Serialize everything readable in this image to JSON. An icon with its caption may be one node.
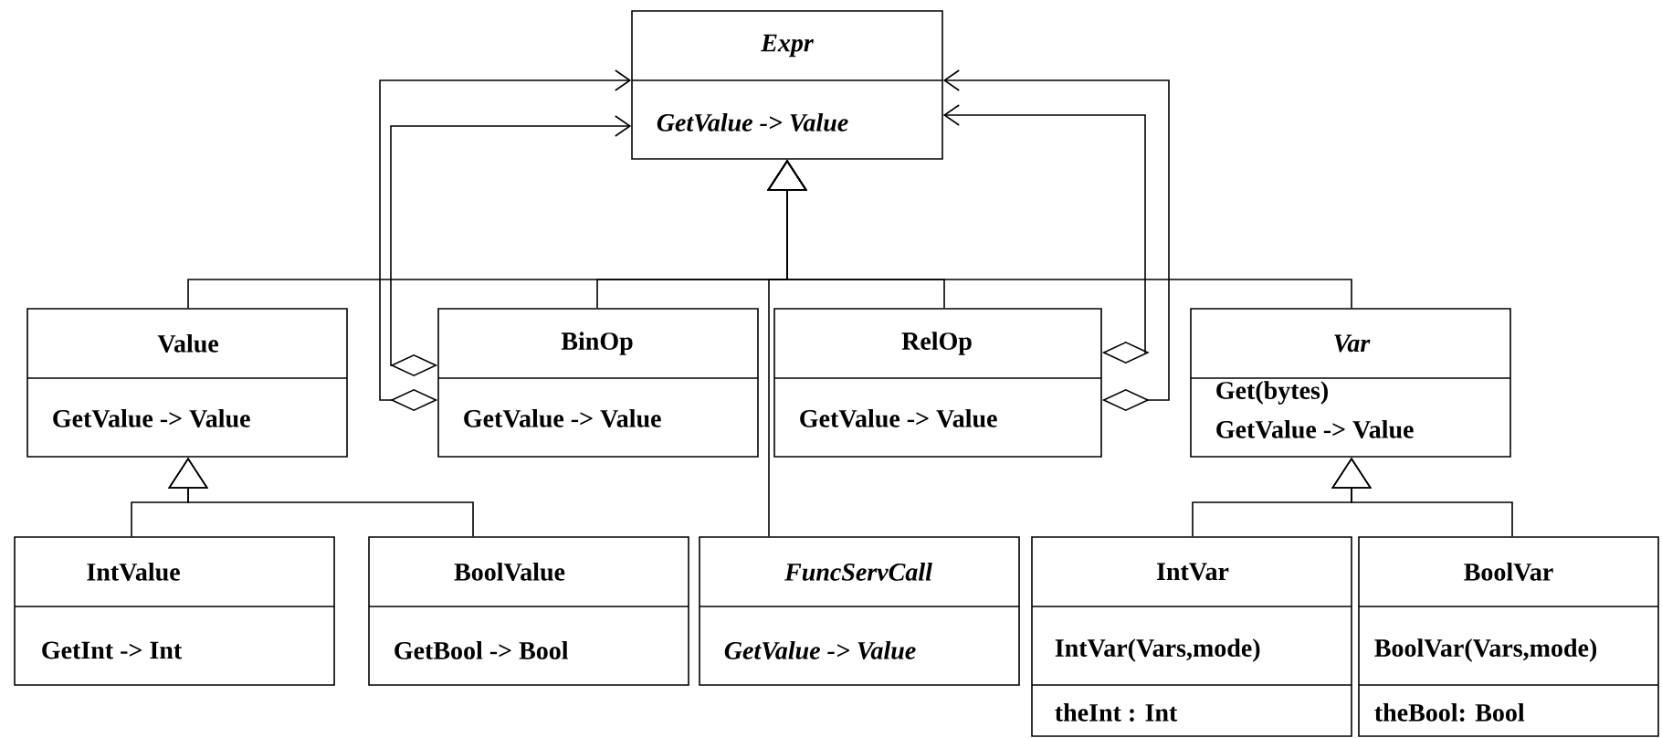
{
  "diagram": {
    "nodes": [
      {
        "text": [
          "Expr",
          "GetValue -> Value"
        ]
      },
      {
        "text": [
          "Value",
          "GetValue -> Value"
        ]
      },
      {
        "text": [
          "BinOp",
          "GetValue -> Value"
        ]
      },
      {
        "text": [
          "RelOp",
          "GetValue -> Value"
        ]
      },
      {
        "text": [
          "Var",
          "Get(bytes)",
          "GetValue -> Value"
        ]
      },
      {
        "text": [
          "IntValue",
          "GetInt -> Int"
        ]
      },
      {
        "text": [
          "BoolValue",
          "GetBool -> Bool"
        ]
      },
      {
        "text": [
          "FuncServCall",
          "GetValue -> Value"
        ]
      },
      {
        "text": [
          "IntVar",
          "IntVar(Vars,mode)",
          "theInt : Int"
        ]
      },
      {
        "text": [
          "BoolVar",
          "BoolVar(Vars,mode)",
          "theBool: Bool"
        ]
      }
    ],
    "edges": [
      {
        "from": 1,
        "to": 0,
        "arrow": "to"
      },
      {
        "from": 2,
        "to": 0,
        "arrow": "to"
      },
      {
        "from": 3,
        "to": 0,
        "arrow": "to"
      },
      {
        "from": 4,
        "to": 0,
        "arrow": "to"
      },
      {
        "from": 7,
        "to": 0,
        "arrow": "to"
      },
      {
        "from": 5,
        "to": 1,
        "arrow": "to"
      },
      {
        "from": 6,
        "to": 1,
        "arrow": "to"
      },
      {
        "from": 8,
        "to": 4,
        "arrow": "to"
      },
      {
        "from": 9,
        "to": 4,
        "arrow": "to"
      },
      {
        "from": 2,
        "to": 0,
        "arrow": "to"
      },
      {
        "from": 2,
        "to": 0,
        "arrow": "to"
      },
      {
        "from": 3,
        "to": 0,
        "arrow": "to"
      },
      {
        "from": 3,
        "to": 0,
        "arrow": "to"
      }
    ]
  }
}
